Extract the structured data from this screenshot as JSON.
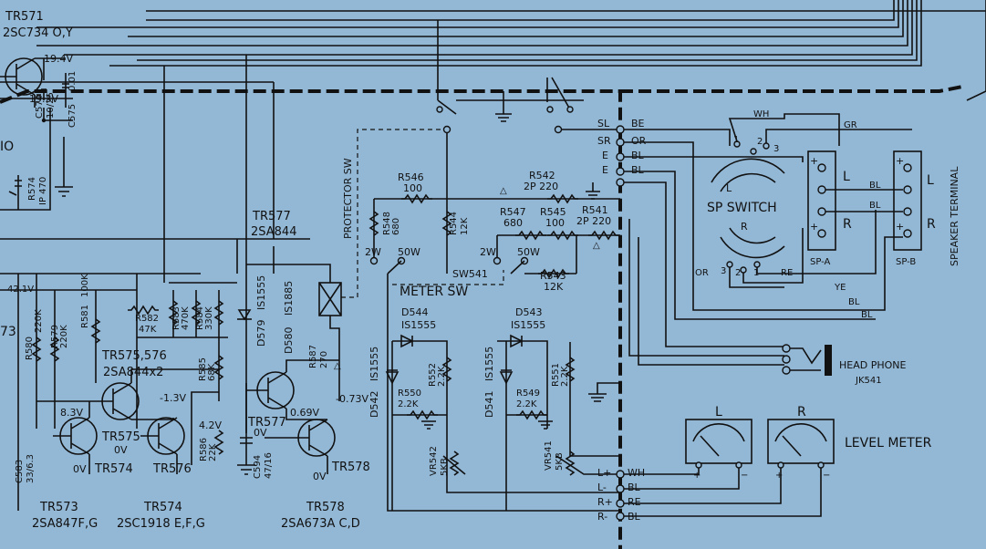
{
  "transistors": [
    {
      "id": "tr571",
      "ref": "TR571",
      "part": "2SC734 O,Y"
    },
    {
      "id": "tr573",
      "ref": "TR573",
      "part": "2SA847F,G"
    },
    {
      "id": "tr574",
      "ref": "TR574",
      "part": "2SC1918 E,F,G"
    },
    {
      "id": "tr577",
      "ref": "TR577",
      "part": "2SA844"
    },
    {
      "id": "tr578",
      "ref": "TR578",
      "part": "2SA673A C,D"
    },
    {
      "id": "tr575",
      "ref": "TR575,576",
      "part": "2SA844x2"
    }
  ],
  "transistor_tags": {
    "tr575": "TR575",
    "tr576": "TR576",
    "tr574": "TR574",
    "tr577": "TR577",
    "tr578": "TR578"
  },
  "resistors": [
    {
      "id": "r546",
      "ref": "R546",
      "value": "100"
    },
    {
      "id": "r548",
      "ref": "R548",
      "value": "680"
    },
    {
      "id": "r544",
      "ref": "R544",
      "value": "12K"
    },
    {
      "id": "r542",
      "ref": "R542",
      "value": "2P 220"
    },
    {
      "id": "r547",
      "ref": "R547",
      "value": "680"
    },
    {
      "id": "r545",
      "ref": "R545",
      "value": "100"
    },
    {
      "id": "r541",
      "ref": "R541",
      "value": "2P 220"
    },
    {
      "id": "r543",
      "ref": "R543",
      "value": "12K"
    },
    {
      "id": "r550",
      "ref": "R550",
      "value": "2.2K"
    },
    {
      "id": "r552",
      "ref": "R552",
      "value": "2.2K"
    },
    {
      "id": "r549",
      "ref": "R549",
      "value": "2.2K"
    },
    {
      "id": "r551",
      "ref": "R551",
      "value": "2.2K"
    },
    {
      "id": "r582",
      "ref": "R582",
      "value": "47K"
    },
    {
      "id": "r583",
      "ref": "R583",
      "value": "470K"
    },
    {
      "id": "r584",
      "ref": "R584",
      "value": "330K"
    },
    {
      "id": "r585",
      "ref": "R585",
      "value": "68K"
    },
    {
      "id": "r586",
      "ref": "R586",
      "value": "22K"
    },
    {
      "id": "r587",
      "ref": "R587",
      "value": "270"
    },
    {
      "id": "r581",
      "ref": "R581",
      "value": "100K"
    },
    {
      "id": "r579",
      "ref": "R579",
      "value": "220K"
    },
    {
      "id": "r580",
      "ref": "R580",
      "value": "220K"
    },
    {
      "id": "r574",
      "ref": "R574",
      "value": "IP 470"
    }
  ],
  "diodes": [
    {
      "id": "d544",
      "ref": "D544",
      "part": "IS1555"
    },
    {
      "id": "d543",
      "ref": "D543",
      "part": "IS1555"
    },
    {
      "id": "d542",
      "ref": "D542",
      "part": "IS1555"
    },
    {
      "id": "d541",
      "ref": "D541",
      "part": "IS1555"
    },
    {
      "id": "d579",
      "ref": "D579",
      "part": "IS1555"
    },
    {
      "id": "d580",
      "ref": "D580",
      "part": "IS1885"
    }
  ],
  "capacitors": [
    {
      "id": "c574",
      "ref": "C574",
      "value": "10/25"
    },
    {
      "id": "c575",
      "ref": "C575",
      "value": "0.01"
    },
    {
      "id": "c583",
      "ref": "C583",
      "value": "33/6.3"
    },
    {
      "id": "c594",
      "ref": "C594",
      "value": "47/16"
    }
  ],
  "pots": [
    {
      "id": "vr542",
      "ref": "VR542",
      "value": "5KB"
    },
    {
      "id": "vr541",
      "ref": "VR541",
      "value": "5KB"
    }
  ],
  "voltages": {
    "v19_4": "19.4V",
    "v19_3": "19.3V",
    "v42_1": "42.1V",
    "v8_3": "8.3V",
    "vm1_3": "-1.3V",
    "v4_2": "4.2V",
    "v0_69": "0.69V",
    "vm0_73": "-0.73V",
    "ov": "0V"
  },
  "switches": {
    "protector": "PROTECTOR SW",
    "meter": "METER SW",
    "sw541": "SW541",
    "pos_2w": "2W",
    "pos_50w": "50W"
  },
  "terminals": {
    "left_taps": [
      "SL",
      "SR",
      "E",
      "E"
    ],
    "wire_colors": [
      "BE",
      "OR",
      "BL",
      "BL"
    ],
    "meter_taps": [
      "L+",
      "L-",
      "R+",
      "R-"
    ],
    "meter_colors": [
      "WH",
      "BL",
      "RE",
      "BL"
    ]
  },
  "sp_switch": {
    "label": "SP SWITCH",
    "l": "L",
    "r": "R",
    "wh": "WH",
    "gr": "GR",
    "or": "OR",
    "re": "RE",
    "ye": "YE",
    "bl": "BL",
    "n1": "1",
    "n2": "2",
    "n3": "3"
  },
  "spa": {
    "label": "SP-A",
    "l": "L",
    "r": "R"
  },
  "spb": {
    "label": "SP-B",
    "l": "L",
    "r": "R"
  },
  "speaker_terminal": "SPEAKER TERMINAL",
  "headphone": {
    "label": "HEAD PHONE",
    "ref": "JK541"
  },
  "level_meter": {
    "label": "LEVEL METER",
    "l": "L",
    "r": "R"
  },
  "partial": {
    "io": "IO",
    "n73": "73"
  }
}
